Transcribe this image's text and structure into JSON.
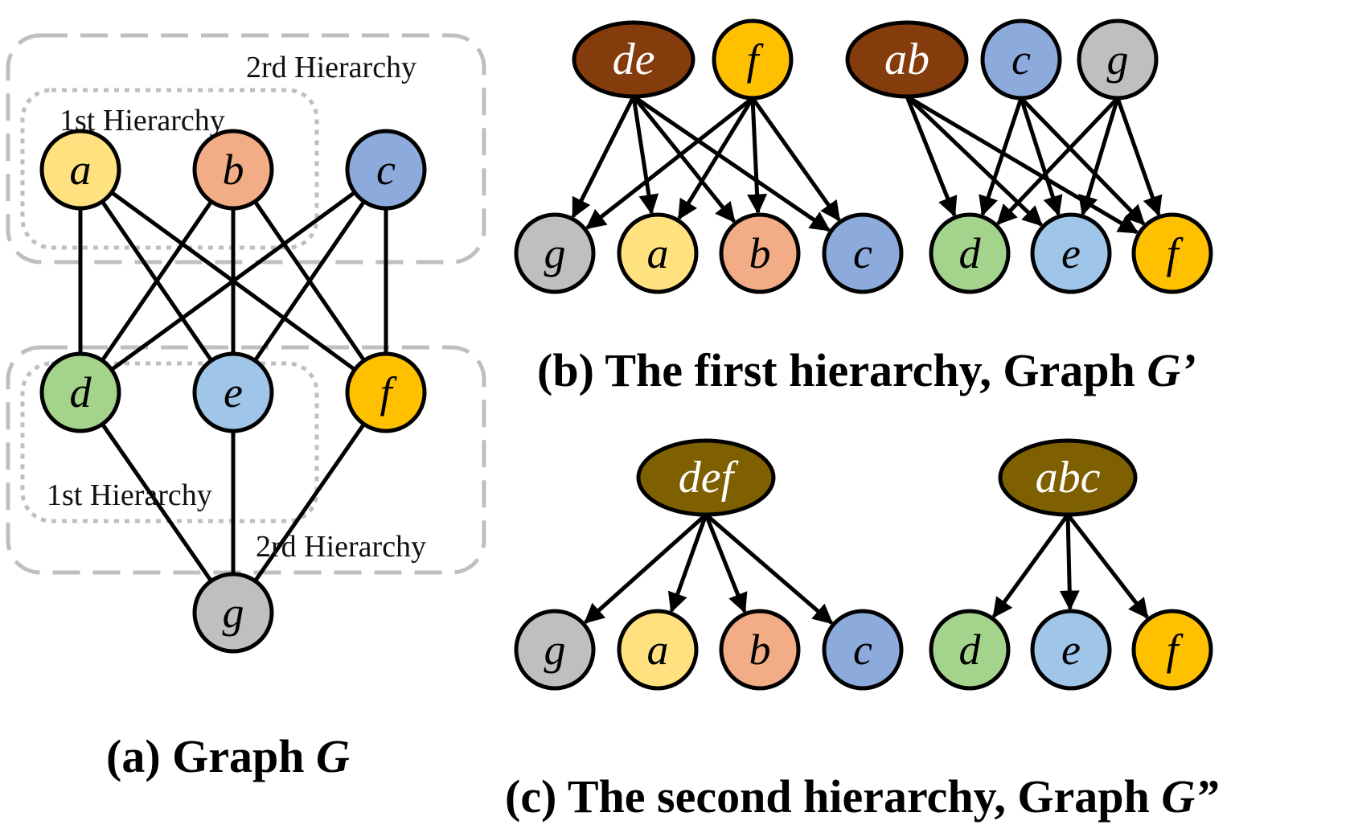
{
  "colors": {
    "a": "#ffe180",
    "b": "#f2ad86",
    "c": "#8caadc",
    "d": "#a4d38c",
    "e": "#9fc5e8",
    "f": "#ffc000",
    "g": "#bfbfbf",
    "merged_first": "#843c0c",
    "merged_second": "#7f6000",
    "edge": "#000000",
    "dashed_box": "#bfbfbf"
  },
  "panel_a": {
    "nodes": {
      "a": "a",
      "b": "b",
      "c": "c",
      "d": "d",
      "e": "e",
      "f": "f",
      "g": "g"
    },
    "labels": {
      "second_top": "2rd Hierarchy",
      "first_top": "1st Hierarchy",
      "first_bottom": "1st Hierarchy",
      "second_bottom": "2rd Hierarchy"
    },
    "edges": [
      [
        "a",
        "d"
      ],
      [
        "a",
        "e"
      ],
      [
        "a",
        "f"
      ],
      [
        "b",
        "d"
      ],
      [
        "b",
        "e"
      ],
      [
        "b",
        "f"
      ],
      [
        "c",
        "d"
      ],
      [
        "c",
        "e"
      ],
      [
        "c",
        "f"
      ],
      [
        "d",
        "g"
      ],
      [
        "e",
        "g"
      ],
      [
        "f",
        "g"
      ]
    ],
    "caption": {
      "prefix": "(a) Graph ",
      "symbol": "G"
    }
  },
  "panel_b": {
    "top": {
      "de": "de",
      "f": "f",
      "ab": "ab",
      "c": "c",
      "g": "g"
    },
    "bottom": {
      "g": "g",
      "a": "a",
      "b": "b",
      "c": "c",
      "d": "d",
      "e": "e",
      "f": "f"
    },
    "edges": [
      [
        "de",
        "g"
      ],
      [
        "de",
        "a"
      ],
      [
        "de",
        "b"
      ],
      [
        "de",
        "c"
      ],
      [
        "f",
        "g"
      ],
      [
        "f",
        "a"
      ],
      [
        "f",
        "b"
      ],
      [
        "f",
        "c"
      ],
      [
        "ab",
        "d"
      ],
      [
        "ab",
        "e"
      ],
      [
        "ab",
        "f"
      ],
      [
        "c",
        "d"
      ],
      [
        "c",
        "e"
      ],
      [
        "c",
        "f"
      ],
      [
        "g",
        "d"
      ],
      [
        "g",
        "e"
      ],
      [
        "g",
        "f"
      ]
    ],
    "caption": {
      "prefix": "(b) The first hierarchy, Graph ",
      "symbol": "G’"
    }
  },
  "panel_c": {
    "top": {
      "def": "def",
      "abc": "abc"
    },
    "bottom": {
      "g": "g",
      "a": "a",
      "b": "b",
      "c": "c",
      "d": "d",
      "e": "e",
      "f": "f"
    },
    "edges": [
      [
        "def",
        "g"
      ],
      [
        "def",
        "a"
      ],
      [
        "def",
        "b"
      ],
      [
        "def",
        "c"
      ],
      [
        "abc",
        "d"
      ],
      [
        "abc",
        "e"
      ],
      [
        "abc",
        "f"
      ]
    ],
    "caption": {
      "prefix": "(c) The second hierarchy, Graph ",
      "symbol": "G”"
    }
  }
}
